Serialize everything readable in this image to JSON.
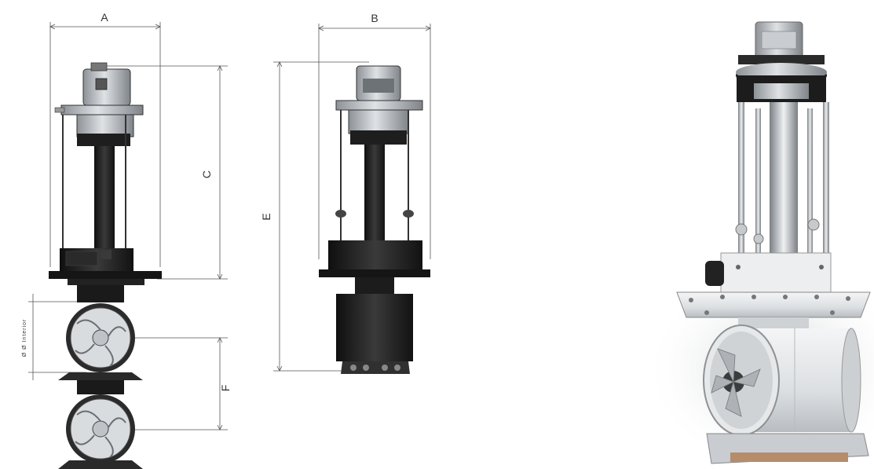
{
  "dimension_labels": {
    "a": "A",
    "b": "B",
    "c": "C",
    "e": "E",
    "f": "F",
    "interior": "Ø Ø Interior"
  },
  "colors": {
    "body_dark": "#1c1c1c",
    "metal_light": "#cfd2d5",
    "metal_mid": "#9ea3a8",
    "photo_white": "#e9ecee",
    "dimension_line": "#555555"
  },
  "views": [
    "front-view-drawing",
    "side-view-drawing",
    "product-photo"
  ]
}
